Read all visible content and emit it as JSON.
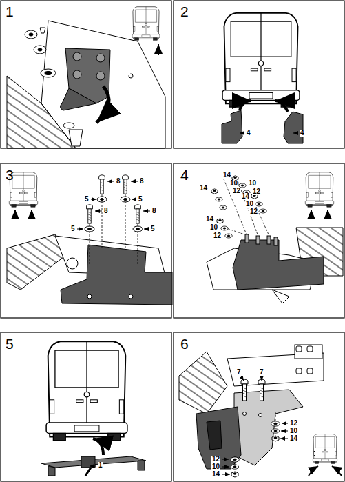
{
  "diagram": {
    "labels": [
      "1",
      "2",
      "4",
      "4",
      "3",
      "8",
      "8",
      "5",
      "5",
      "8",
      "8",
      "5",
      "5",
      "4",
      "14",
      "14",
      "10",
      "12",
      "10",
      "12",
      "14",
      "10",
      "12",
      "14",
      "10",
      "12",
      "5",
      "1",
      "6",
      "7",
      "7",
      "12",
      "10",
      "14",
      "12",
      "10",
      "14"
    ]
  }
}
